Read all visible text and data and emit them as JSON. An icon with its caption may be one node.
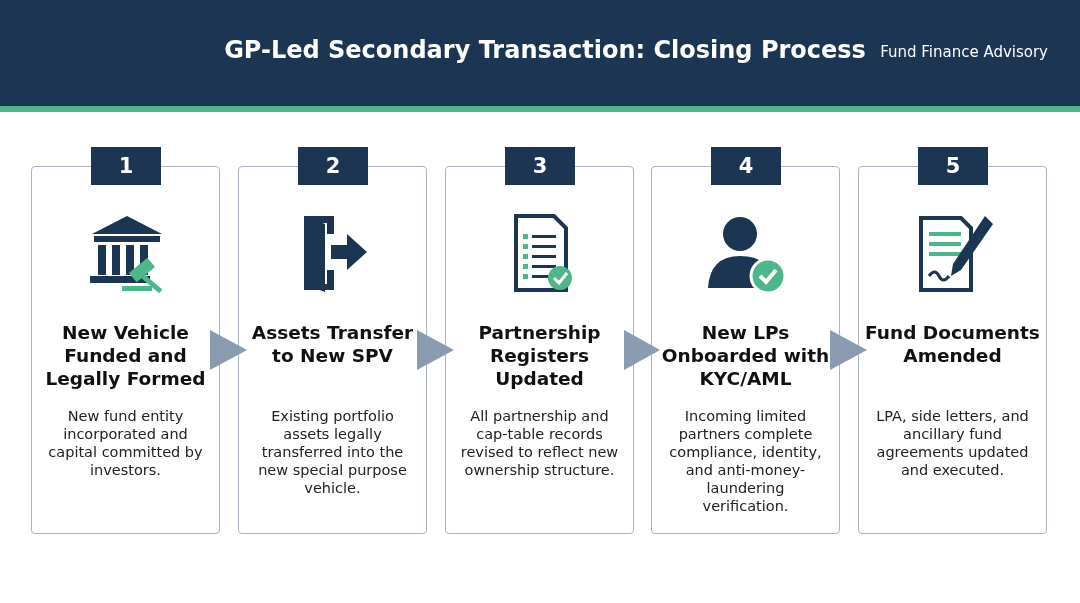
{
  "diagram": {
    "title": "GP-Led Secondary Transaction: Closing Process",
    "nodes": [
      {
        "text": [
          "1",
          "New Vehicle Funded and Legally Formed",
          "New fund entity incorporated and capital committed by investors."
        ]
      },
      {
        "text": [
          "2",
          "Assets Transfer to New SPV",
          "Existing portfolio assets legally transferred into the new special purpose vehicle."
        ]
      },
      {
        "text": [
          "3",
          "Partnership Registers Updated",
          "All partnership and cap-table records revised to reflect new ownership structure."
        ]
      },
      {
        "text": [
          "4",
          "New LPs Onboarded with KYC/AML",
          "Incoming limited partners complete compliance, identity, and anti-money-laundering verification."
        ]
      },
      {
        "text": [
          "5",
          "Fund Documents Amended",
          "LPA, side letters, and ancillary fund agreements updated and executed."
        ]
      }
    ],
    "edges": [
      {
        "from": 0,
        "to": 1,
        "arrow": "to"
      },
      {
        "from": 1,
        "to": 2,
        "arrow": "to"
      },
      {
        "from": 2,
        "to": 3,
        "arrow": "to"
      },
      {
        "from": 3,
        "to": 4,
        "arrow": "to"
      }
    ],
    "labels": [
      "Fund Finance Advisory"
    ]
  }
}
